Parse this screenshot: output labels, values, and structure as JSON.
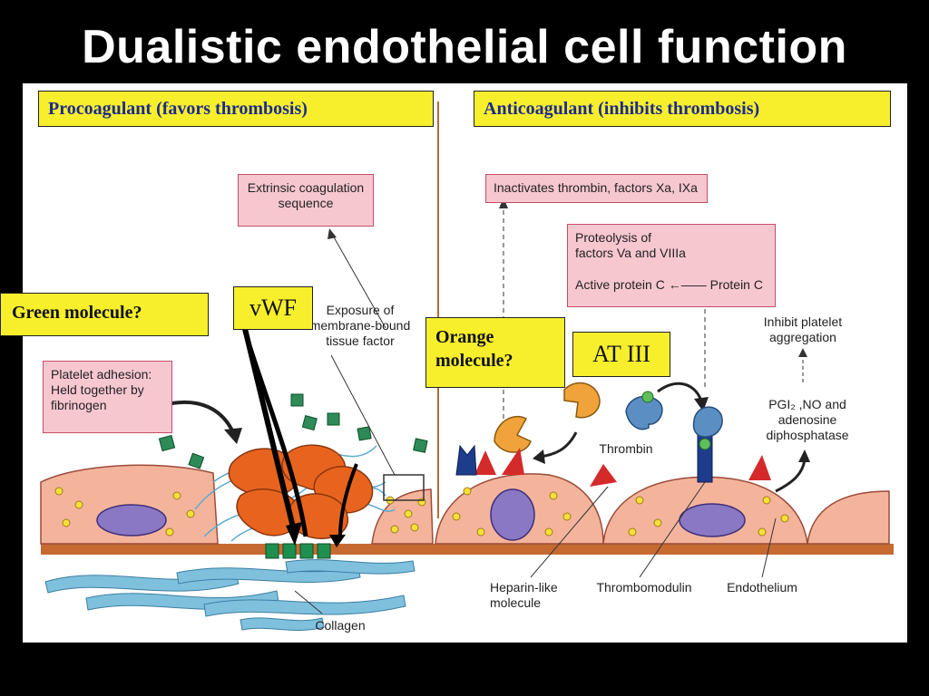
{
  "title": "Dualistic endothelial cell function",
  "headers": {
    "procoagulant": "Procoagulant (favors thrombosis)",
    "anticoagulant": "Anticoagulant (inhibits thrombosis)"
  },
  "callouts": {
    "green_molecule": "Green molecule?",
    "vwf": "vWF",
    "orange_molecule_line1": "Orange",
    "orange_molecule_line2": "molecule?",
    "at3": "AT III"
  },
  "boxes": {
    "extrinsic_line1": "Extrinsic coagulation",
    "extrinsic_line2": "sequence",
    "platelet_line1": "Platelet adhesion:",
    "platelet_line2": "Held together by",
    "platelet_line3": "fibrinogen",
    "inactivates": "Inactivates thrombin, factors Xa, IXa",
    "proteolysis_line1": "Proteolysis of",
    "proteolysis_line2": "factors Va and VIIIa",
    "active_protein_c": "Active protein C",
    "protein_c": "Protein C"
  },
  "labels": {
    "exposure_line1": "Exposure of",
    "exposure_line2": "membrane-bound",
    "exposure_line3": "tissue factor",
    "inhibit_line1": "Inhibit platelet",
    "inhibit_line2": "aggregation",
    "pgi_line1": "PGI₂ ,NO and",
    "pgi_line2": "adenosine",
    "pgi_line3": "diphosphatase",
    "thrombin": "Thrombin",
    "heparin_line1": "Heparin-like",
    "heparin_line2": "molecule",
    "thrombomodulin": "Thrombomodulin",
    "endothelium": "Endothelium",
    "collagen": "Collagen"
  },
  "colors": {
    "background": "#000000",
    "panel": "#ffffff",
    "callout_yellow": "#f7ef2c",
    "header_text": "#1c2a8c",
    "pink_box": "#f7c7d0",
    "cell": "#f4b49c",
    "nucleus": "#8a78c4",
    "platelet": "#e8641e",
    "fiber": "#5aa9cf",
    "collagen": "#7fc1dd",
    "green_molecule": "#2e8b57",
    "orange_molecule": "#f0a33a",
    "thrombin": "#5b8fc4",
    "heparin": "#d52a2a"
  }
}
